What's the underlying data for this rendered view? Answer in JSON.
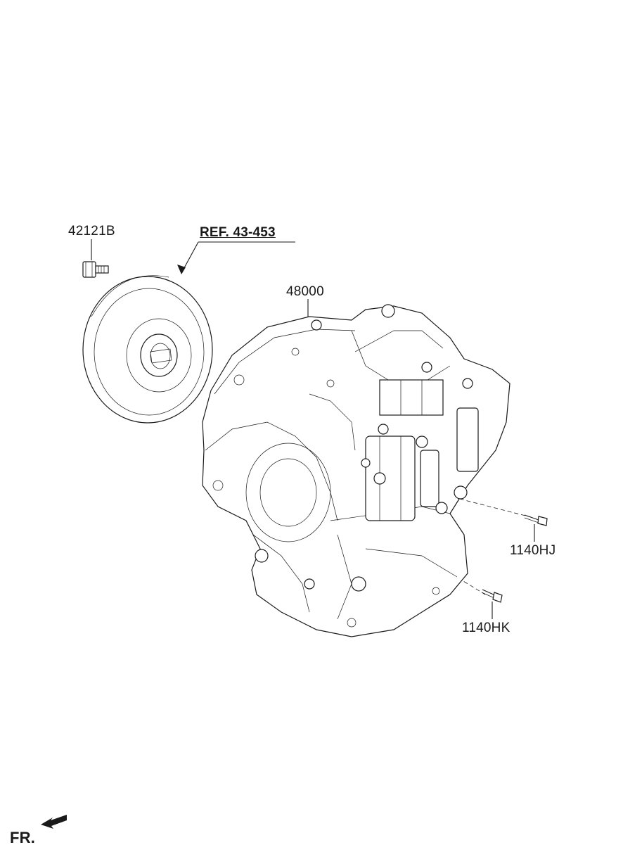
{
  "labels": {
    "bolt_top": "42121B",
    "ref": "REF. 43-453",
    "assembly": "48000",
    "bolt_right_upper": "1140HJ",
    "bolt_right_lower": "1140HK",
    "front_marker": "FR."
  },
  "icons": {
    "front_arrow": "arrow-left-down-icon"
  }
}
